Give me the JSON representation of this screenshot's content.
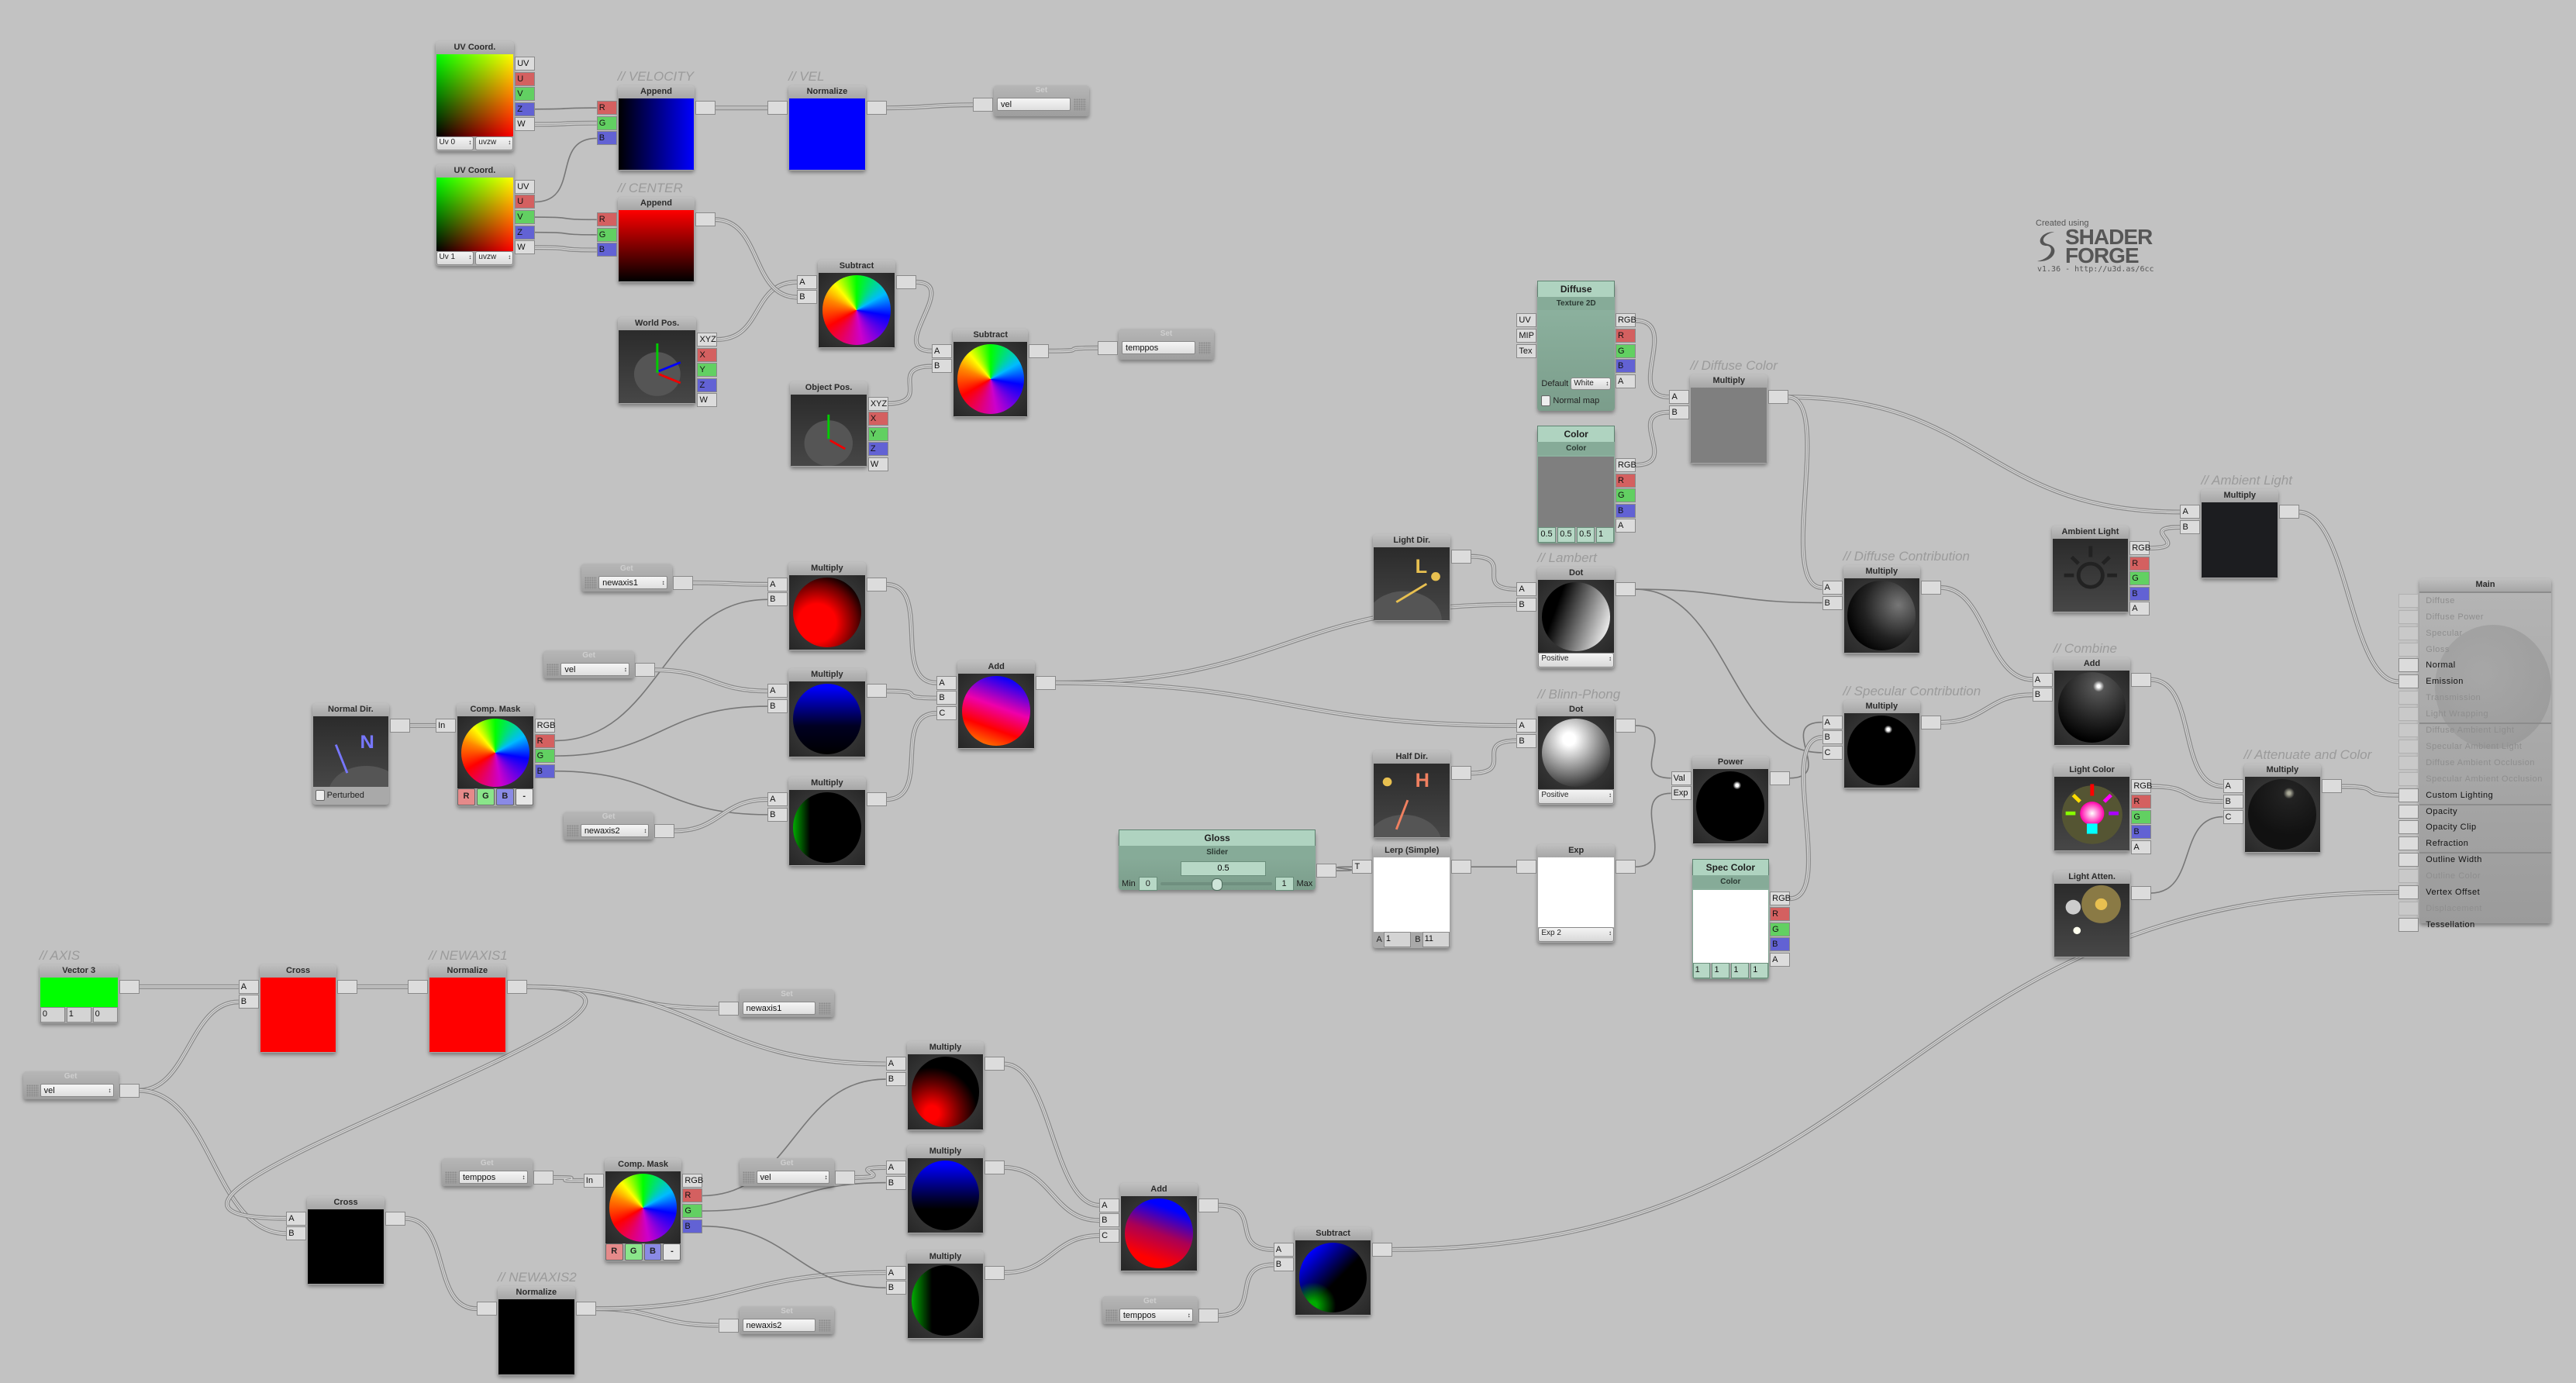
{
  "logo": {
    "created": "Created using",
    "line1": "SHADER",
    "line2": "FORGE",
    "version": "v1.36 - http://u3d.as/6cc"
  },
  "nodes": [
    {
      "id": "uv1",
      "title": "UV Coord.",
      "outputs": [
        "UV",
        "U",
        "V",
        "Z",
        "W"
      ],
      "dropdowns": [
        "Uv 0",
        "uvzw"
      ]
    },
    {
      "id": "uv2",
      "title": "UV Coord.",
      "outputs": [
        "UV",
        "U",
        "V",
        "Z",
        "W"
      ],
      "dropdowns": [
        "Uv 1",
        "uvzw"
      ]
    },
    {
      "id": "append1",
      "comment": "// VELOCITY",
      "title": "Append",
      "inputs": [
        "R",
        "G",
        "B"
      ],
      "outputs": [
        ""
      ]
    },
    {
      "id": "normalize1",
      "comment": "// VEL",
      "title": "Normalize",
      "inputs": [
        ""
      ],
      "outputs": [
        ""
      ]
    },
    {
      "id": "set_vel",
      "type": "set",
      "title": "Set",
      "value": "vel"
    },
    {
      "id": "append2",
      "comment": "// CENTER",
      "title": "Append",
      "inputs": [
        "R",
        "G",
        "B"
      ],
      "outputs": [
        ""
      ]
    },
    {
      "id": "worldpos",
      "title": "World Pos.",
      "outputs": [
        "XYZ",
        "X",
        "Y",
        "Z",
        "W"
      ]
    },
    {
      "id": "subtract1",
      "title": "Subtract",
      "inputs": [
        "A",
        "B"
      ],
      "outputs": [
        ""
      ]
    },
    {
      "id": "objectpos",
      "title": "Object Pos.",
      "outputs": [
        "XYZ",
        "X",
        "Y",
        "Z",
        "W"
      ]
    },
    {
      "id": "subtract2",
      "title": "Subtract",
      "inputs": [
        "A",
        "B"
      ],
      "outputs": [
        ""
      ]
    },
    {
      "id": "set_temppos",
      "type": "set",
      "title": "Set",
      "value": "temppos"
    },
    {
      "id": "diffuse",
      "type": "prop",
      "title": "Diffuse",
      "sub": "Texture 2D",
      "inputs": [
        "UV",
        "MIP",
        "Tex"
      ],
      "outputs": [
        "RGB",
        "R",
        "G",
        "B",
        "A"
      ],
      "default_label": "Default",
      "default_value": "White",
      "checkbox": "Normal map"
    },
    {
      "id": "color",
      "type": "prop",
      "title": "Color",
      "sub": "Color",
      "outputs": [
        "RGB",
        "R",
        "G",
        "B",
        "A"
      ],
      "values": [
        "0.5",
        "0.5",
        "0.5",
        "1"
      ]
    },
    {
      "id": "mul_diffcolor",
      "comment": "// Diffuse Color",
      "title": "Multiply",
      "inputs": [
        "A",
        "B"
      ],
      "outputs": [
        ""
      ]
    },
    {
      "id": "lightdir",
      "title": "Light Dir.",
      "outputs": [
        ""
      ],
      "glyph": "L"
    },
    {
      "id": "dot_lambert",
      "comment": "// Lambert",
      "title": "Dot",
      "inputs": [
        "A",
        "B"
      ],
      "outputs": [
        ""
      ],
      "mode": "Positive"
    },
    {
      "id": "ambient",
      "title": "Ambient Light",
      "outputs": [
        "RGB",
        "R",
        "G",
        "B",
        "A"
      ]
    },
    {
      "id": "mul_ambient",
      "comment": "// Ambient Light",
      "title": "Multiply",
      "inputs": [
        "A",
        "B"
      ],
      "outputs": [
        ""
      ]
    },
    {
      "id": "mul_diffcontrib",
      "comment": "// Diffuse Contribution",
      "title": "Multiply",
      "inputs": [
        "A",
        "B"
      ],
      "outputs": [
        ""
      ]
    },
    {
      "id": "main",
      "type": "main",
      "title": "Main",
      "inputs": [
        {
          "label": "Diffuse",
          "active": false
        },
        {
          "label": "Diffuse Power",
          "active": false
        },
        {
          "label": "Specular",
          "active": false
        },
        {
          "label": "Gloss",
          "active": false
        },
        {
          "label": "Normal",
          "active": true
        },
        {
          "label": "Emission",
          "active": true
        },
        {
          "label": "Transmission",
          "active": false
        },
        {
          "label": "Light Wrapping",
          "active": false
        },
        {
          "label": "Diffuse Ambient Light",
          "active": false
        },
        {
          "label": "Specular Ambient Light",
          "active": false
        },
        {
          "label": "Diffuse Ambient Occlusion",
          "active": false
        },
        {
          "label": "Specular Ambient Occlusion",
          "active": false
        },
        {
          "label": "Custom Lighting",
          "active": true
        },
        {
          "label": "Opacity",
          "active": true
        },
        {
          "label": "Opacity Clip",
          "active": true
        },
        {
          "label": "Refraction",
          "active": true
        },
        {
          "label": "Outline Width",
          "active": true
        },
        {
          "label": "Outline Color",
          "active": false
        },
        {
          "label": "Vertex Offset",
          "active": true
        },
        {
          "label": "Displacement",
          "active": false
        },
        {
          "label": "Tessellation",
          "active": true
        }
      ]
    },
    {
      "id": "normaldir",
      "title": "Normal Dir.",
      "outputs": [
        ""
      ],
      "checkbox": "Perturbed",
      "glyph": "N"
    },
    {
      "id": "compmask1",
      "title": "Comp. Mask",
      "inputs": [
        "In"
      ],
      "outputs": [
        "RGB",
        "R",
        "G",
        "B"
      ],
      "mask": [
        "R",
        "G",
        "B",
        "-"
      ]
    },
    {
      "id": "get_newaxis1",
      "type": "get",
      "title": "Get",
      "value": "newaxis1"
    },
    {
      "id": "get_vel1",
      "type": "get",
      "title": "Get",
      "value": "vel"
    },
    {
      "id": "get_newaxis2",
      "type": "get",
      "title": "Get",
      "value": "newaxis2"
    },
    {
      "id": "mul1",
      "title": "Multiply",
      "inputs": [
        "A",
        "B"
      ],
      "outputs": [
        ""
      ]
    },
    {
      "id": "mul2",
      "title": "Multiply",
      "inputs": [
        "A",
        "B"
      ],
      "outputs": [
        ""
      ]
    },
    {
      "id": "mul3",
      "title": "Multiply",
      "inputs": [
        "A",
        "B"
      ],
      "outputs": [
        ""
      ]
    },
    {
      "id": "add1",
      "title": "Add",
      "inputs": [
        "A",
        "B",
        "C"
      ],
      "outputs": [
        ""
      ]
    },
    {
      "id": "halfdir",
      "title": "Half Dir.",
      "outputs": [
        ""
      ],
      "glyph": "H"
    },
    {
      "id": "dot_blinn",
      "comment": "// Blinn-Phong",
      "title": "Dot",
      "inputs": [
        "A",
        "B"
      ],
      "outputs": [
        ""
      ],
      "mode": "Positive"
    },
    {
      "id": "power",
      "title": "Power",
      "inputs": [
        "Val",
        "Exp"
      ],
      "outputs": [
        ""
      ]
    },
    {
      "id": "mul_speccontrib",
      "comment": "// Specular Contribution",
      "title": "Multiply",
      "inputs": [
        "A",
        "B",
        "C"
      ],
      "outputs": [
        ""
      ]
    },
    {
      "id": "combine",
      "comment": "// Combine",
      "title": "Add",
      "inputs": [
        "A",
        "B"
      ],
      "outputs": [
        ""
      ]
    },
    {
      "id": "lightcolor",
      "title": "Light Color",
      "outputs": [
        "RGB",
        "R",
        "G",
        "B",
        "A"
      ]
    },
    {
      "id": "mul_atten",
      "comment": "// Attenuate and Color",
      "title": "Multiply",
      "inputs": [
        "A",
        "B",
        "C"
      ],
      "outputs": [
        ""
      ]
    },
    {
      "id": "lightatten",
      "title": "Light Atten.",
      "outputs": [
        ""
      ]
    },
    {
      "id": "gloss",
      "type": "slider",
      "title": "Gloss",
      "sub": "Slider",
      "value": "0.5",
      "min_label": "Min",
      "min": "0",
      "max": "1",
      "max_label": "Max",
      "fraction": 0.5
    },
    {
      "id": "lerp",
      "title": "Lerp (Simple)",
      "inputs": [
        "T"
      ],
      "outputs": [
        ""
      ],
      "fields": [
        {
          "label": "A",
          "value": "1"
        },
        {
          "label": "B",
          "value": "11"
        }
      ]
    },
    {
      "id": "exp",
      "title": "Exp",
      "inputs": [
        ""
      ],
      "outputs": [
        ""
      ],
      "mode": "Exp 2"
    },
    {
      "id": "speccolor",
      "type": "prop",
      "title": "Spec Color",
      "sub": "Color",
      "outputs": [
        "RGB",
        "R",
        "G",
        "B",
        "A"
      ],
      "values": [
        "1",
        "1",
        "1",
        "1"
      ]
    },
    {
      "id": "vector3",
      "comment": "// AXIS",
      "title": "Vector 3",
      "outputs": [
        ""
      ],
      "values": [
        "0",
        "1",
        "0"
      ]
    },
    {
      "id": "cross1",
      "title": "Cross",
      "inputs": [
        "A",
        "B"
      ],
      "outputs": [
        ""
      ]
    },
    {
      "id": "normalize2",
      "comment": "// NEWAXIS1",
      "title": "Normalize",
      "inputs": [
        ""
      ],
      "outputs": [
        ""
      ]
    },
    {
      "id": "set_newaxis1",
      "type": "set",
      "title": "Set",
      "value": "newaxis1"
    },
    {
      "id": "get_vel2",
      "type": "get",
      "title": "Get",
      "value": "vel"
    },
    {
      "id": "cross2",
      "title": "Cross",
      "inputs": [
        "A",
        "B"
      ],
      "outputs": [
        ""
      ]
    },
    {
      "id": "normalize3",
      "comment": "// NEWAXIS2",
      "title": "Normalize",
      "inputs": [
        ""
      ],
      "outputs": [
        ""
      ]
    },
    {
      "id": "set_newaxis2",
      "type": "set",
      "title": "Set",
      "value": "newaxis2"
    },
    {
      "id": "get_temppos1",
      "type": "get",
      "title": "Get",
      "value": "temppos"
    },
    {
      "id": "compmask2",
      "title": "Comp. Mask",
      "inputs": [
        "In"
      ],
      "outputs": [
        "RGB",
        "R",
        "G",
        "B"
      ],
      "mask": [
        "R",
        "G",
        "B",
        "-"
      ]
    },
    {
      "id": "get_vel3",
      "type": "get",
      "title": "Get",
      "value": "vel"
    },
    {
      "id": "mul4",
      "title": "Multiply",
      "inputs": [
        "A",
        "B"
      ],
      "outputs": [
        ""
      ]
    },
    {
      "id": "mul5",
      "title": "Multiply",
      "inputs": [
        "A",
        "B"
      ],
      "outputs": [
        ""
      ]
    },
    {
      "id": "mul6",
      "title": "Multiply",
      "inputs": [
        "A",
        "B"
      ],
      "outputs": [
        ""
      ]
    },
    {
      "id": "add2",
      "title": "Add",
      "inputs": [
        "A",
        "B",
        "C"
      ],
      "outputs": [
        ""
      ]
    },
    {
      "id": "get_temppos2",
      "type": "get",
      "title": "Get",
      "value": "temppos"
    },
    {
      "id": "subtract3",
      "title": "Subtract",
      "inputs": [
        "A",
        "B"
      ],
      "outputs": [
        ""
      ]
    }
  ]
}
